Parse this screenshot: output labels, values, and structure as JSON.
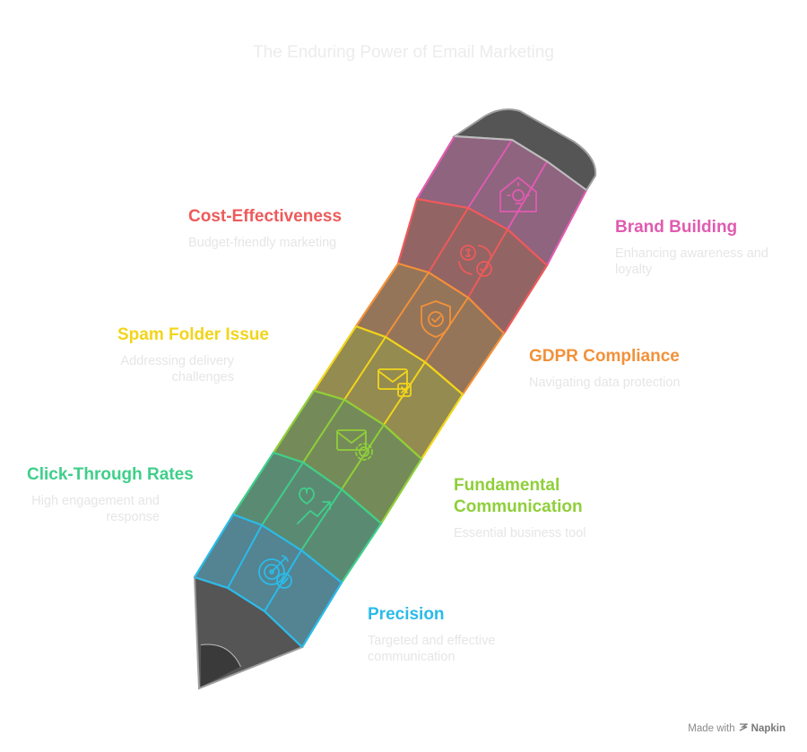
{
  "title": "The Enduring Power of Email Marketing",
  "items": [
    {
      "name": "Brand Building",
      "desc": "Enhancing awareness and loyalty",
      "color": "#e05bb0",
      "icon": "house-lightbulb-icon"
    },
    {
      "name": "Cost-Effectiveness",
      "desc": "Budget-friendly marketing",
      "color": "#ee5a5a",
      "icon": "dollar-cycle-check-icon"
    },
    {
      "name": "GDPR Compliance",
      "desc": "Navigating data protection",
      "color": "#f2913a",
      "icon": "shield-check-icon"
    },
    {
      "name": "Spam Folder Issue",
      "desc": "Addressing delivery challenges",
      "color": "#f2d51b",
      "icon": "envelope-x-icon"
    },
    {
      "name": "Fundamental Communication",
      "desc": "Essential business tool",
      "color": "#8fcf39",
      "icon": "envelope-gear-icon"
    },
    {
      "name": "Click-Through Rates",
      "desc": "High engagement and response",
      "color": "#3fcf8a",
      "icon": "heart-trend-icon"
    },
    {
      "name": "Precision",
      "desc": "Targeted and effective communication",
      "color": "#2bbbe8",
      "icon": "target-check-icon"
    }
  ],
  "footer": {
    "prefix": "Made with",
    "brand": "Napkin"
  }
}
